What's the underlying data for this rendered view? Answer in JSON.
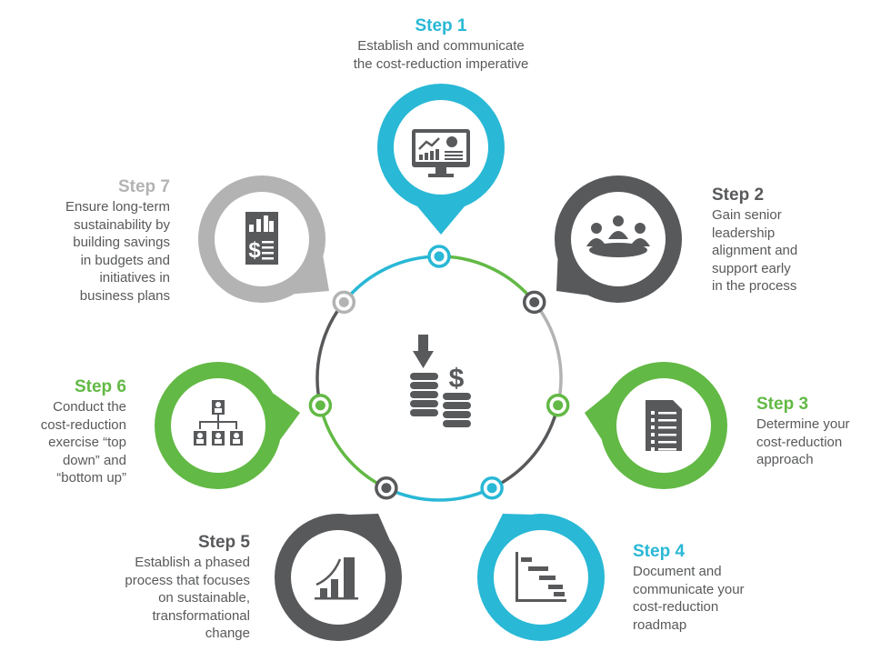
{
  "colors": {
    "cyan": "#29b8d6",
    "green": "#62b945",
    "dark": "#58595b",
    "light": "#b3b3b3"
  },
  "center_icon": "coins-down-dollar-icon",
  "steps": [
    {
      "title": "Step 1",
      "desc": "Establish and communicate\nthe cost-reduction imperative",
      "color": "cyan",
      "icon": "monitor-analytics-icon"
    },
    {
      "title": "Step 2",
      "desc": "Gain senior\nleadership\nalignment and\nsupport early\nin the process",
      "color": "dark",
      "icon": "meeting-table-icon"
    },
    {
      "title": "Step 3",
      "desc": "Determine your\ncost-reduction\napproach",
      "color": "green",
      "icon": "checklist-document-icon"
    },
    {
      "title": "Step 4",
      "desc": "Document and\ncommunicate your\ncost-reduction\nroadmap",
      "color": "cyan",
      "icon": "gantt-chart-icon"
    },
    {
      "title": "Step 5",
      "desc": "Establish a phased\nprocess that focuses\non sustainable,\ntransformational\nchange",
      "color": "dark",
      "icon": "growth-bar-chart-icon"
    },
    {
      "title": "Step 6",
      "desc": "Conduct the\ncost-reduction\nexercise “top\ndown” and\n“bottom up”",
      "color": "green",
      "icon": "org-chart-icon"
    },
    {
      "title": "Step 7",
      "desc": "Ensure long-term\nsustainability by\nbuilding savings\nin budgets and\ninitiatives in\nbusiness plans",
      "color": "light",
      "icon": "budget-report-icon"
    }
  ]
}
